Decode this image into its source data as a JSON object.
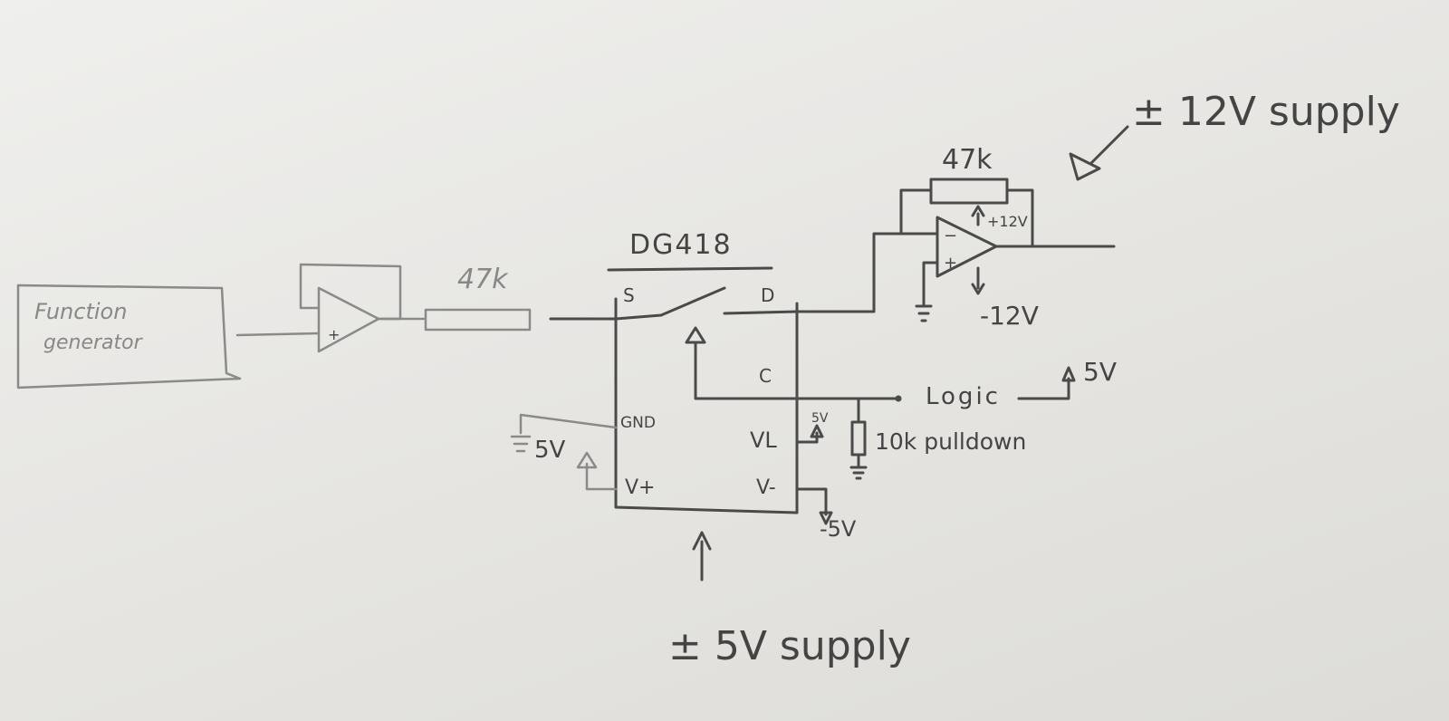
{
  "labels": {
    "function_generator_line1": "Function",
    "function_generator_line2": "generator",
    "input_resistor": "47k",
    "ic_name": "DG418",
    "pin_s": "S",
    "pin_d": "D",
    "pin_c": "C",
    "pin_gnd": "GND",
    "pin_vplus": "V+",
    "pin_vl": "VL",
    "pin_vminus": "V-",
    "gnd_side_supply": "5V",
    "vl_supply": "5V",
    "vminus_supply": "-5V",
    "pulldown": "10k pulldown",
    "logic": "Logic",
    "logic_level": "5V",
    "feedback_resistor": "47k",
    "opamp_pos_supply": "+12V",
    "opamp_neg_supply": "-12V",
    "opamp_minus": "−",
    "opamp_plus": "+",
    "buffer_plus": "+",
    "supply_12v": "± 12V supply",
    "supply_5v": "± 5V supply"
  },
  "colors": {
    "paper": "#e7e6e3",
    "ink": "#4a4a4a",
    "ink_light": "#8a8a8a"
  }
}
